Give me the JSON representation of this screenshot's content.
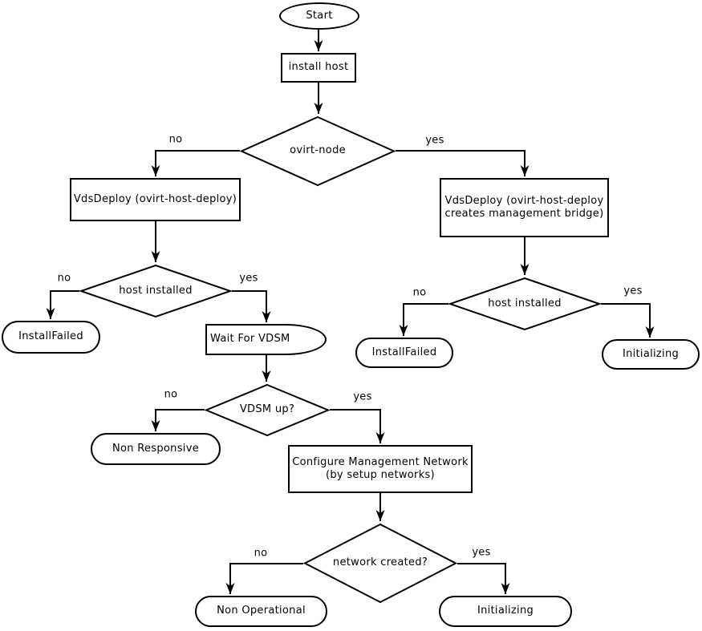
{
  "colors": {
    "background": "#ffffff",
    "line": "#000000",
    "node_fill": "#ffffff",
    "text": "#000000"
  },
  "nodes": {
    "start": {
      "label": "Start",
      "shape": "ellipse"
    },
    "install_host": {
      "label": "install host",
      "shape": "rect"
    },
    "ovirt_node": {
      "label": "ovirt-node",
      "shape": "diamond"
    },
    "vdsdeploy_left": {
      "label": "VdsDeploy (ovirt-host-deploy)",
      "shape": "rect"
    },
    "host_installed_left": {
      "label": "host installed",
      "shape": "diamond"
    },
    "install_failed_left": {
      "label": "InstallFailed",
      "shape": "terminator"
    },
    "wait_for_vdsm": {
      "label": "Wait For VDSM",
      "shape": "delay"
    },
    "vdsm_up": {
      "label": "VDSM up?",
      "shape": "diamond"
    },
    "non_responsive": {
      "label": "Non Responsive",
      "shape": "terminator"
    },
    "configure_network": {
      "label_line1": "Configure Management Network",
      "label_line2": "(by setup networks)",
      "shape": "rect"
    },
    "network_created": {
      "label": "network created?",
      "shape": "diamond"
    },
    "non_operational": {
      "label": "Non Operational",
      "shape": "terminator"
    },
    "initializing_bottom": {
      "label": "Initializing",
      "shape": "terminator"
    },
    "vdsdeploy_right": {
      "label_line1": "VdsDeploy (ovirt-host-deploy",
      "label_line2": "creates management bridge)",
      "shape": "rect"
    },
    "host_installed_right": {
      "label": "host installed",
      "shape": "diamond"
    },
    "install_failed_right": {
      "label": "InstallFailed",
      "shape": "terminator"
    },
    "initializing_right": {
      "label": "Initializing",
      "shape": "terminator"
    }
  },
  "edge_labels": {
    "ovirt_node_no": "no",
    "ovirt_node_yes": "yes",
    "host_installed_left_no": "no",
    "host_installed_left_yes": "yes",
    "vdsm_up_no": "no",
    "vdsm_up_yes": "yes",
    "network_created_no": "no",
    "network_created_yes": "yes",
    "host_installed_right_no": "no",
    "host_installed_right_yes": "yes"
  }
}
